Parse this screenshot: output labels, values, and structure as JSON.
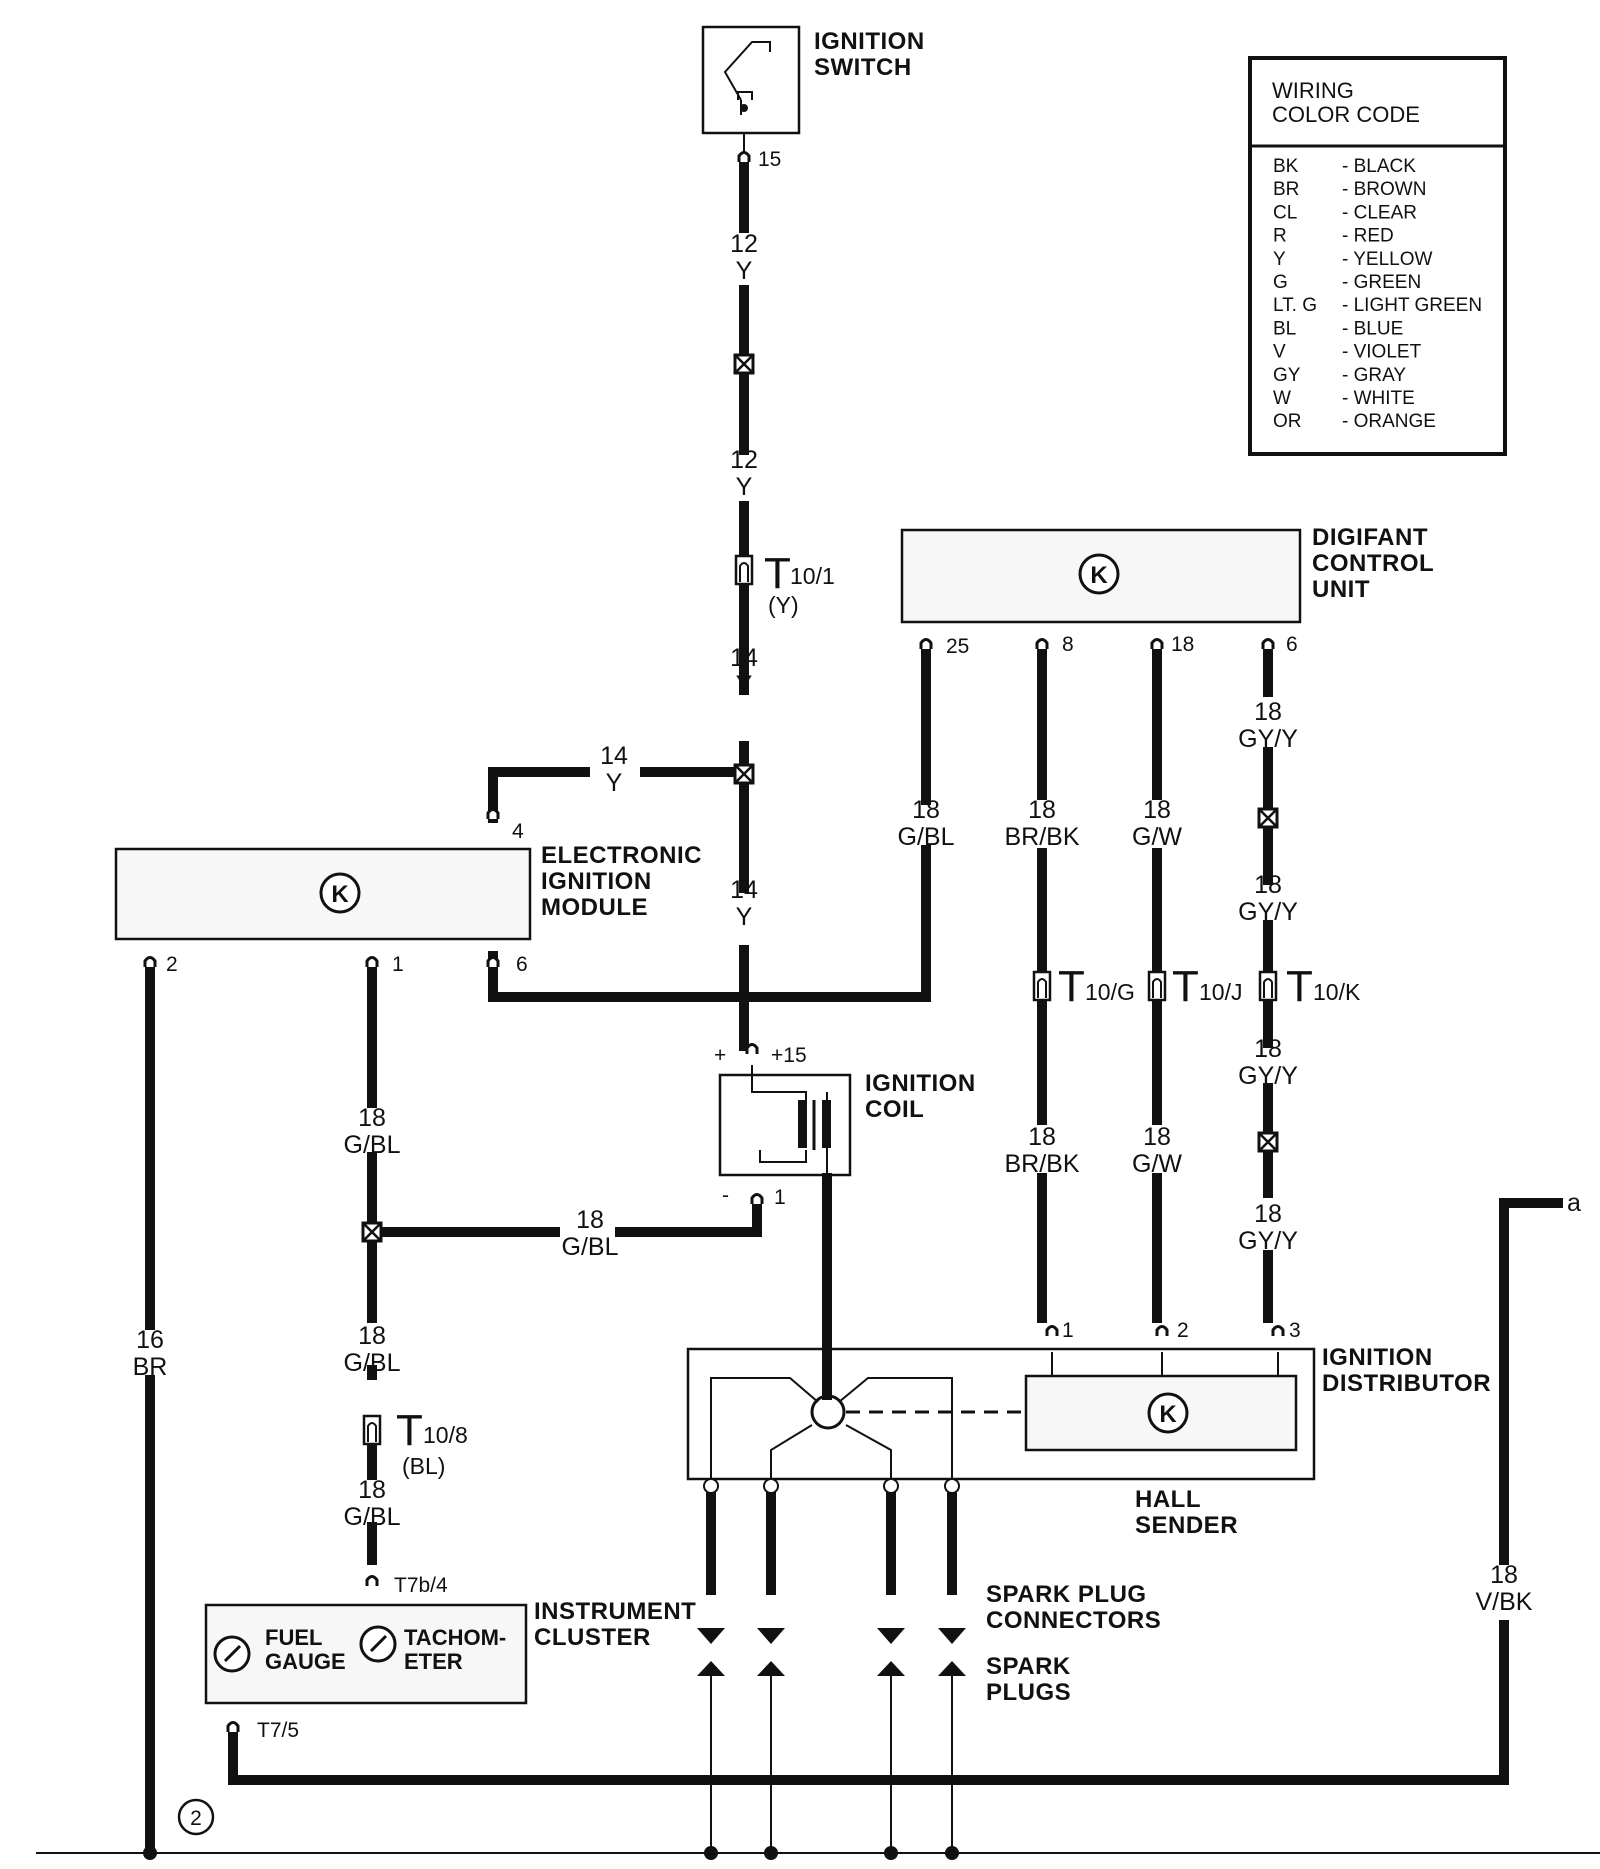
{
  "components": {
    "ignition_switch": "IGNITION\nSWITCH",
    "digifant_control_unit": "DIGIFANT\nCONTROL\nUNIT",
    "electronic_ignition_module": "ELECTRONIC\nIGNITION\nMODULE",
    "ignition_coil": "IGNITION\nCOIL",
    "ignition_distributor": "IGNITION\nDISTRIBUTOR",
    "hall_sender": "HALL\nSENDER",
    "instrument_cluster": "INSTRUMENT\nCLUSTER",
    "fuel_gauge": "FUEL\nGAUGE",
    "tachometer": "TACHOM-\nETER",
    "spark_plug_connectors": "SPARK PLUG\nCONNECTORS",
    "spark_plugs": "SPARK\nPLUGS",
    "control_symbol": "K"
  },
  "legend": {
    "title": "WIRING\nCOLOR CODE",
    "entries": [
      {
        "code": "BK",
        "name": "- BLACK"
      },
      {
        "code": "BR",
        "name": "- BROWN"
      },
      {
        "code": "CL",
        "name": "- CLEAR"
      },
      {
        "code": "R",
        "name": "- RED"
      },
      {
        "code": "Y",
        "name": "- YELLOW"
      },
      {
        "code": "G",
        "name": "- GREEN"
      },
      {
        "code": "LT. G",
        "name": "- LIGHT GREEN"
      },
      {
        "code": "BL",
        "name": "- BLUE"
      },
      {
        "code": "V",
        "name": "- VIOLET"
      },
      {
        "code": "GY",
        "name": "- GRAY"
      },
      {
        "code": "W",
        "name": "- WHITE"
      },
      {
        "code": "OR",
        "name": "- ORANGE"
      }
    ]
  },
  "wires": {
    "w_12y_a": "12\nY",
    "w_12y_b": "12\nY",
    "w_14y_a": "14\nY",
    "w_14y_branch": "14\nY",
    "w_14y_b": "14\nY",
    "w_18gbl_dcu": "18\nG/BL",
    "w_18brbk_a": "18\nBR/BK",
    "w_18gw_a": "18\nG/W",
    "w_18gyy_a": "18\nGY/Y",
    "w_18gyy_b": "18\nGY/Y",
    "w_18gyy_c": "18\nGY/Y",
    "w_18gyy_d": "18\nGY/Y",
    "w_18brbk_b": "18\nBR/BK",
    "w_18gw_b": "18\nG/W",
    "w_18gbl_a": "18\nG/BL",
    "w_18gbl_h": "18\nG/BL",
    "w_18gbl_b": "18\nG/BL",
    "w_18gbl_c": "18\nG/BL",
    "w_16br": "16\nBR",
    "w_18vbk": "18\nV/BK"
  },
  "pins": {
    "sw15": "15",
    "dcu25": "25",
    "dcu8": "8",
    "dcu18": "18",
    "dcu6": "6",
    "eim4": "4",
    "eim2": "2",
    "eim1": "1",
    "eim6": "6",
    "coil_plus": "+",
    "coil_p15": "+15",
    "coil_minus": "-",
    "coil1": "1",
    "dist1": "1",
    "dist2": "2",
    "dist3": "3",
    "t7b4": "T7b/4",
    "t75": "T7/5",
    "term_a": "a",
    "ground": "2"
  },
  "connectors": {
    "t101": {
      "main": "T",
      "sub": "10/1",
      "color": "(Y)"
    },
    "t10g": {
      "main": "T",
      "sub": "10/G"
    },
    "t10j": {
      "main": "T",
      "sub": "10/J"
    },
    "t10k": {
      "main": "T",
      "sub": "10/K"
    },
    "t108": {
      "main": "T",
      "sub": "10/8",
      "color": "(BL)"
    }
  }
}
